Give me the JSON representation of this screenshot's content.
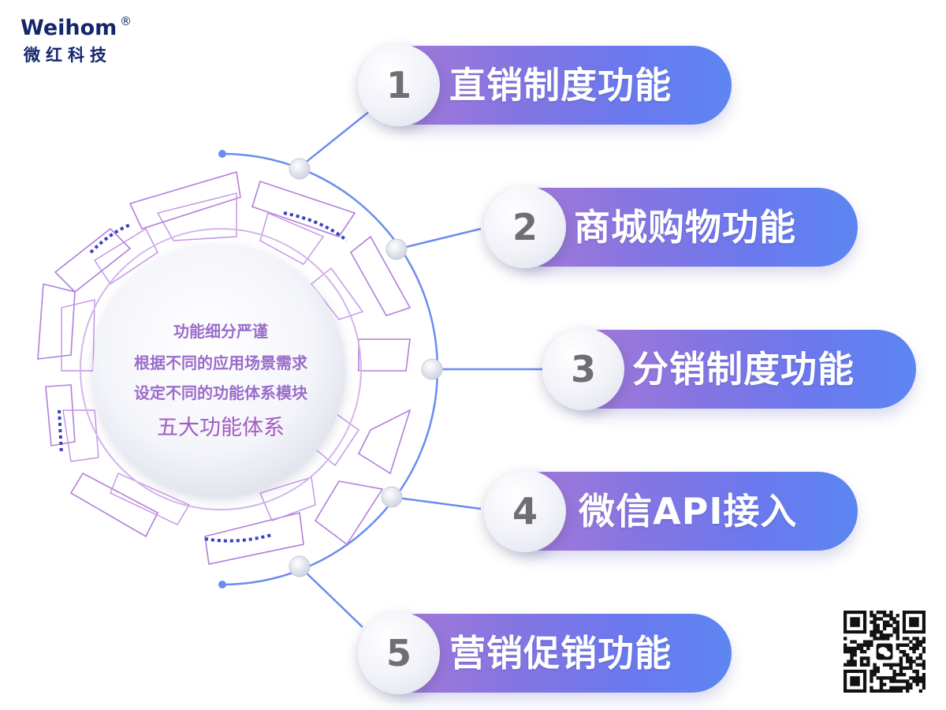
{
  "logo": {
    "brand_en": "Weihom",
    "registered_mark": "®",
    "brand_cn": "微红科技"
  },
  "center": {
    "line1": "功能细分严谨",
    "line2": "根据不同的应用场景需求",
    "line3": "设定不同的功能体系模块",
    "title": "五大功能体系"
  },
  "items": [
    {
      "number": "1",
      "label": "直销制度功能"
    },
    {
      "number": "2",
      "label": "商城购物功能"
    },
    {
      "number": "3",
      "label": "分销制度功能"
    },
    {
      "number": "4",
      "label": "微信API接入"
    },
    {
      "number": "5",
      "label": "营销促销功能"
    }
  ],
  "colors": {
    "pill_start": "#a97bd8",
    "pill_end": "#5c86f2",
    "connector": "#6b8cf0",
    "ring_purple": "#b27fd9",
    "dash_blue": "#3a3fc0",
    "logo": "#14266e"
  },
  "icons": {
    "qr": "wechat-qr-code-icon"
  }
}
